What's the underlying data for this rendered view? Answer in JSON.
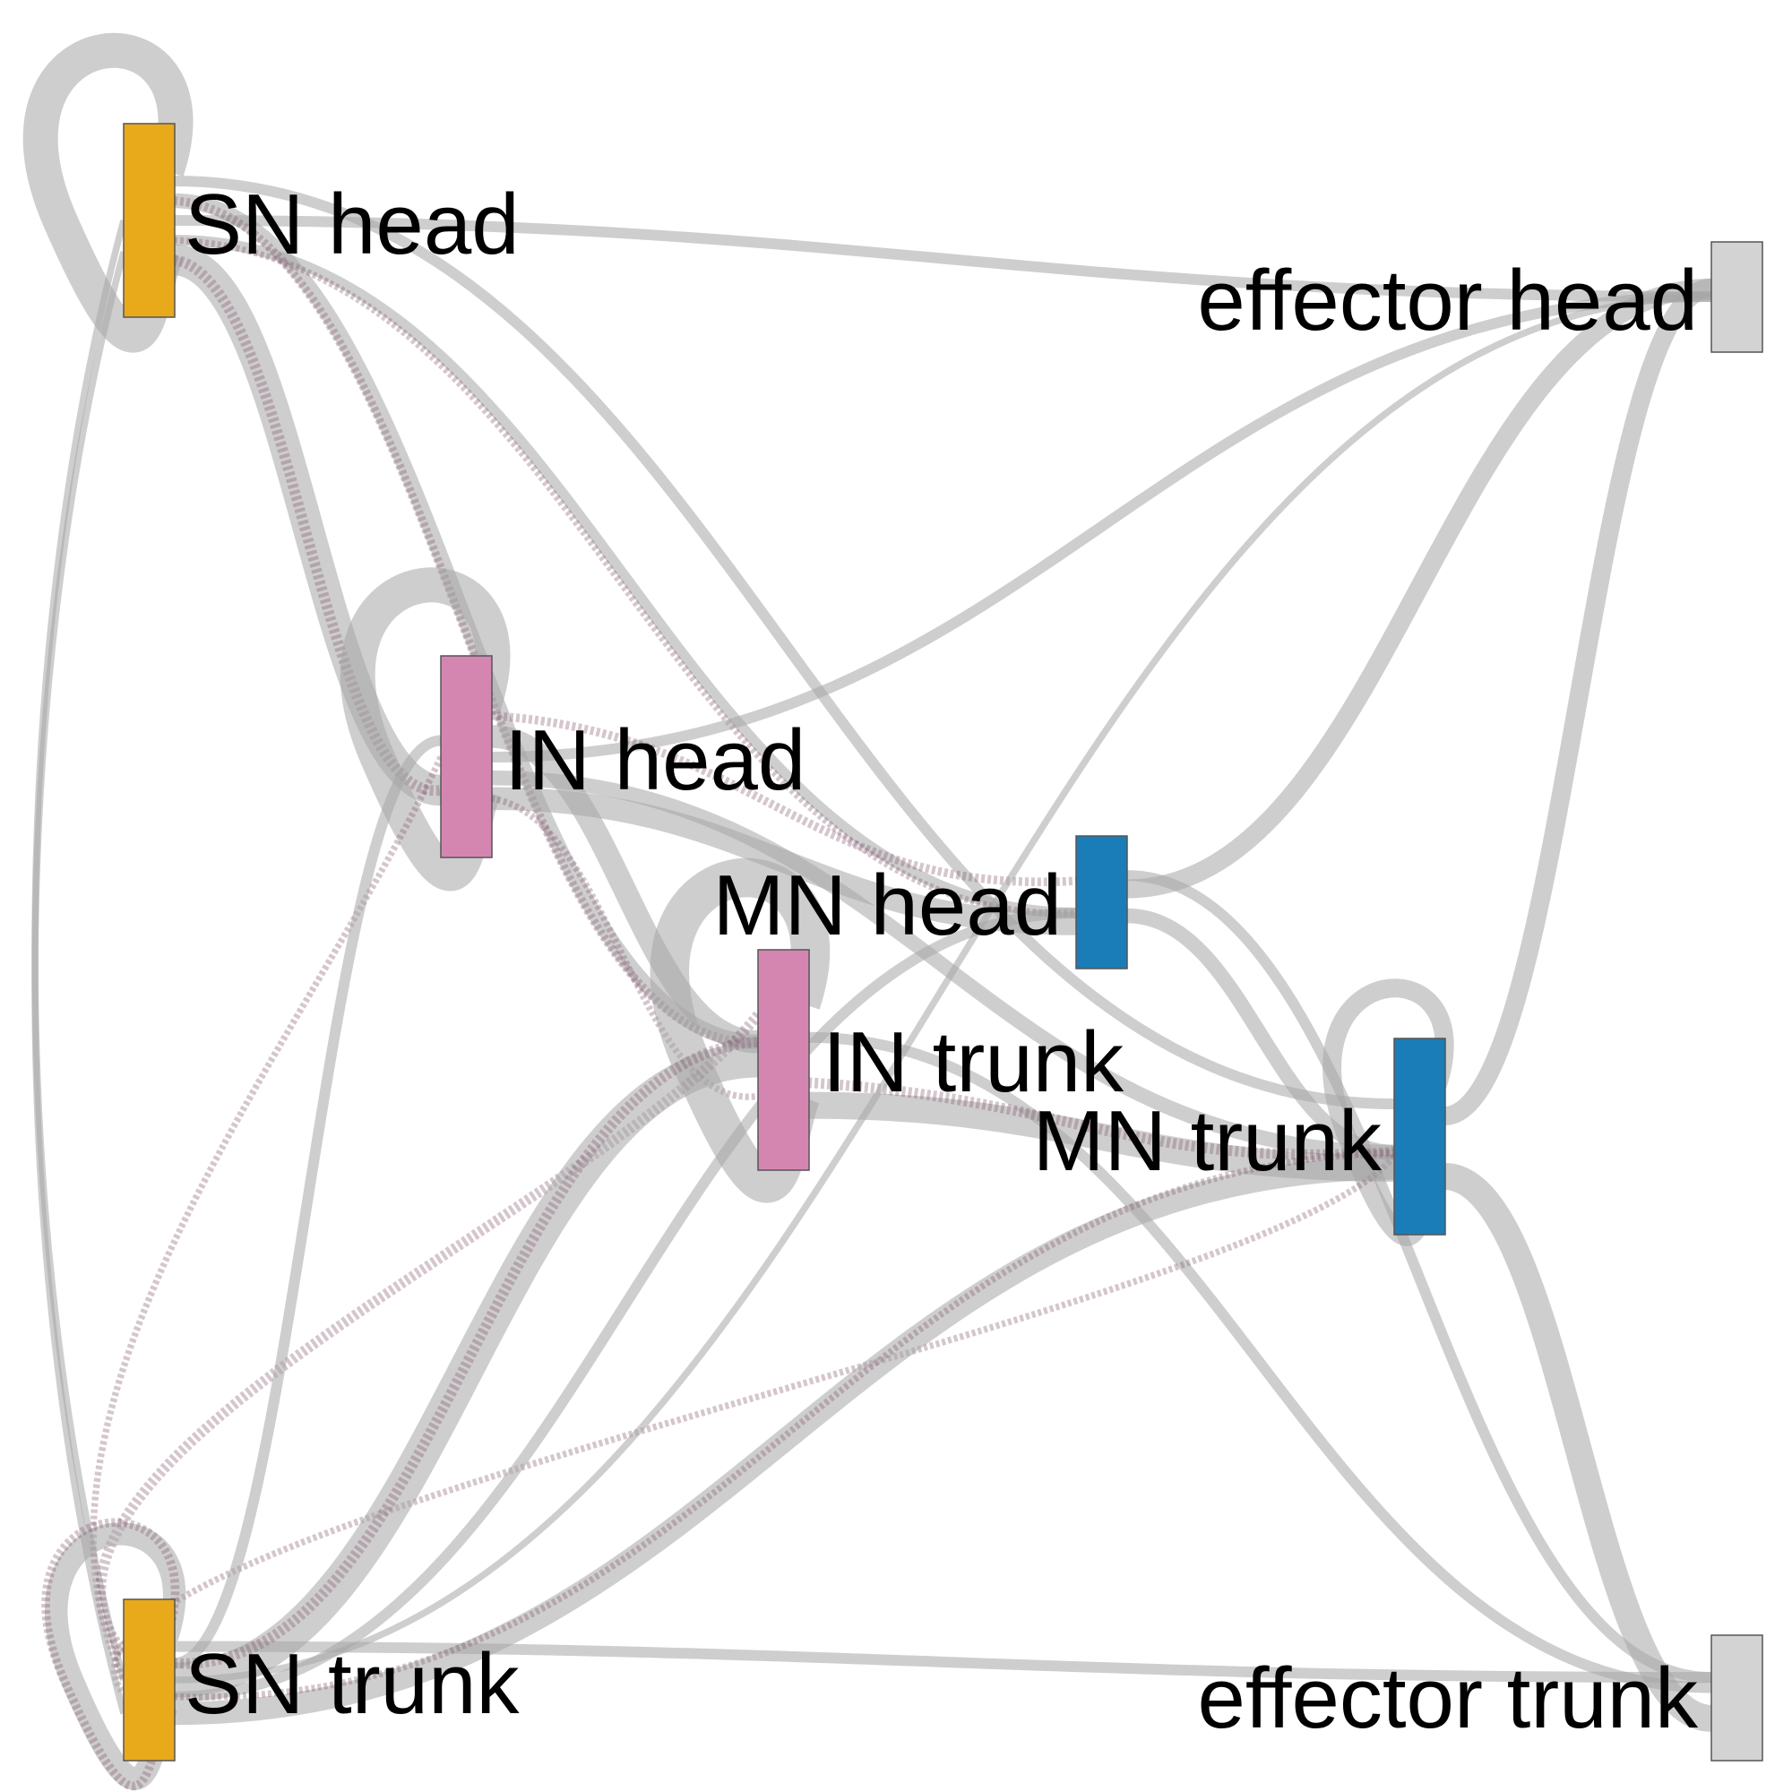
{
  "colors": {
    "sensory": "#E8A91B",
    "interneuron": "#D486B1",
    "motor": "#1A7DB8",
    "effector": "#D3D3D3",
    "excitatory_edge": "#A6A6A6",
    "inhibitory_edge": "#7B4F66"
  },
  "nodes": [
    {
      "id": "sn_head",
      "label": "SN head",
      "type": "sensory"
    },
    {
      "id": "sn_trunk",
      "label": "SN trunk",
      "type": "sensory"
    },
    {
      "id": "in_head",
      "label": "IN head",
      "type": "interneuron"
    },
    {
      "id": "in_trunk",
      "label": "IN trunk",
      "type": "interneuron"
    },
    {
      "id": "mn_head",
      "label": "MN head",
      "type": "motor"
    },
    {
      "id": "mn_trunk",
      "label": "MN trunk",
      "type": "motor"
    },
    {
      "id": "effector_head",
      "label": "effector head",
      "type": "effector"
    },
    {
      "id": "effector_trunk",
      "label": "effector trunk",
      "type": "effector"
    }
  ],
  "edges": [
    {
      "from": "sn_head",
      "to": "sn_head",
      "kind": "excitatory",
      "weight": 8
    },
    {
      "from": "sn_head",
      "to": "effector_head",
      "kind": "excitatory",
      "weight": 2
    },
    {
      "from": "sn_head",
      "to": "in_head",
      "kind": "excitatory",
      "weight": 7
    },
    {
      "from": "sn_head",
      "to": "in_trunk",
      "kind": "excitatory",
      "weight": 3
    },
    {
      "from": "sn_head",
      "to": "mn_head",
      "kind": "excitatory",
      "weight": 2
    },
    {
      "from": "sn_head",
      "to": "mn_trunk",
      "kind": "excitatory",
      "weight": 2
    },
    {
      "from": "sn_head",
      "to": "sn_trunk",
      "kind": "excitatory",
      "weight": 1
    },
    {
      "from": "sn_head",
      "to": "in_head",
      "kind": "inhibitory",
      "weight": 4
    },
    {
      "from": "sn_head",
      "to": "in_trunk",
      "kind": "inhibitory",
      "weight": 3
    },
    {
      "from": "sn_head",
      "to": "mn_head",
      "kind": "inhibitory",
      "weight": 2
    },
    {
      "from": "in_head",
      "to": "in_head",
      "kind": "excitatory",
      "weight": 8
    },
    {
      "from": "in_head",
      "to": "effector_head",
      "kind": "excitatory",
      "weight": 2
    },
    {
      "from": "in_head",
      "to": "mn_head",
      "kind": "excitatory",
      "weight": 5
    },
    {
      "from": "in_head",
      "to": "in_trunk",
      "kind": "excitatory",
      "weight": 5
    },
    {
      "from": "in_head",
      "to": "mn_trunk",
      "kind": "excitatory",
      "weight": 3
    },
    {
      "from": "in_head",
      "to": "mn_head",
      "kind": "inhibitory",
      "weight": 3
    },
    {
      "from": "in_head",
      "to": "sn_trunk",
      "kind": "inhibitory",
      "weight": 2
    },
    {
      "from": "in_head",
      "to": "in_trunk",
      "kind": "inhibitory",
      "weight": 2
    },
    {
      "from": "mn_head",
      "to": "effector_head",
      "kind": "excitatory",
      "weight": 4
    },
    {
      "from": "mn_head",
      "to": "mn_trunk",
      "kind": "excitatory",
      "weight": 3
    },
    {
      "from": "mn_head",
      "to": "effector_trunk",
      "kind": "excitatory",
      "weight": 2
    },
    {
      "from": "in_trunk",
      "to": "in_trunk",
      "kind": "excitatory",
      "weight": 9
    },
    {
      "from": "in_trunk",
      "to": "mn_trunk",
      "kind": "excitatory",
      "weight": 6
    },
    {
      "from": "in_trunk",
      "to": "effector_trunk",
      "kind": "excitatory",
      "weight": 2
    },
    {
      "from": "in_trunk",
      "to": "mn_trunk",
      "kind": "inhibitory",
      "weight": 4
    },
    {
      "from": "in_trunk",
      "to": "sn_trunk",
      "kind": "inhibitory",
      "weight": 4
    },
    {
      "from": "mn_trunk",
      "to": "mn_trunk",
      "kind": "excitatory",
      "weight": 4
    },
    {
      "from": "mn_trunk",
      "to": "effector_trunk",
      "kind": "excitatory",
      "weight": 6
    },
    {
      "from": "mn_trunk",
      "to": "effector_head",
      "kind": "excitatory",
      "weight": 4
    },
    {
      "from": "mn_trunk",
      "to": "sn_trunk",
      "kind": "inhibitory",
      "weight": 2
    },
    {
      "from": "sn_trunk",
      "to": "sn_trunk",
      "kind": "excitatory",
      "weight": 5
    },
    {
      "from": "sn_trunk",
      "to": "in_trunk",
      "kind": "excitatory",
      "weight": 8
    },
    {
      "from": "sn_trunk",
      "to": "mn_trunk",
      "kind": "excitatory",
      "weight": 5
    },
    {
      "from": "sn_trunk",
      "to": "in_head",
      "kind": "excitatory",
      "weight": 2
    },
    {
      "from": "sn_trunk",
      "to": "mn_head",
      "kind": "excitatory",
      "weight": 2
    },
    {
      "from": "sn_trunk",
      "to": "effector_trunk",
      "kind": "excitatory",
      "weight": 2
    },
    {
      "from": "sn_trunk",
      "to": "effector_head",
      "kind": "excitatory",
      "weight": 1
    },
    {
      "from": "sn_trunk",
      "to": "sn_head",
      "kind": "excitatory",
      "weight": 1
    },
    {
      "from": "sn_trunk",
      "to": "in_trunk",
      "kind": "inhibitory",
      "weight": 4
    },
    {
      "from": "sn_trunk",
      "to": "mn_trunk",
      "kind": "inhibitory",
      "weight": 2
    },
    {
      "from": "sn_trunk",
      "to": "sn_trunk",
      "kind": "inhibitory",
      "weight": 3
    }
  ]
}
